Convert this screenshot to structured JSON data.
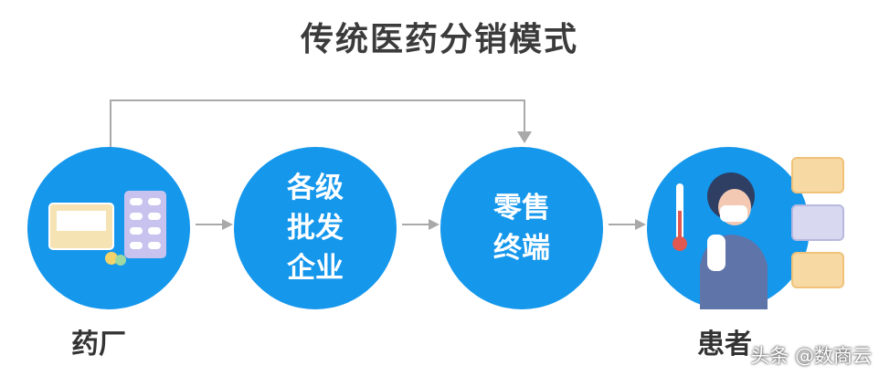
{
  "title": "传统医药分销模式",
  "nodes": [
    {
      "label": "药厂"
    },
    {
      "lines": [
        "各级",
        "批发",
        "企业"
      ]
    },
    {
      "lines": [
        "零售",
        "终端"
      ]
    },
    {
      "label": "患者"
    }
  ],
  "colors": {
    "node": "#1597ec",
    "arrow": "#a9a9a9"
  },
  "watermark": "头条 @数商云"
}
